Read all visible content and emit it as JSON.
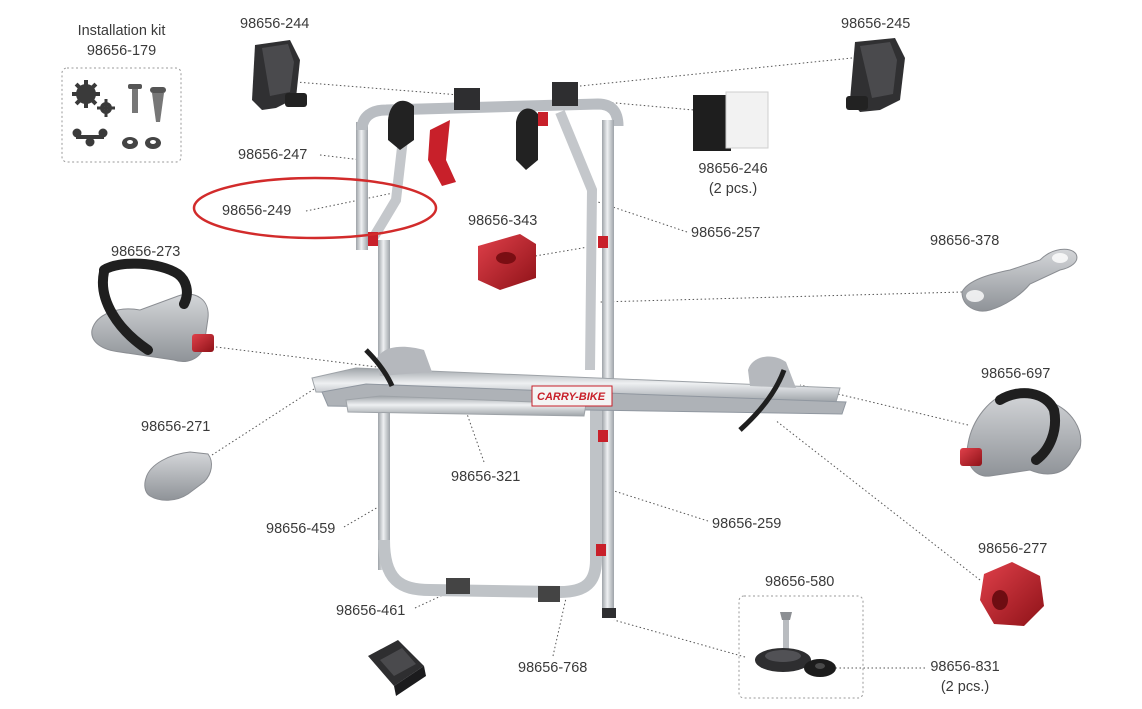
{
  "labels": {
    "kit_title": "Installation kit",
    "kit_code": "98656-179",
    "p244": "98656-244",
    "p245": "98656-245",
    "p246": "98656-246",
    "p246_qty": "(2 pcs.)",
    "p247": "98656-247",
    "p249": "98656-249",
    "p343": "98656-343",
    "p257": "98656-257",
    "p378": "98656-378",
    "p273": "98656-273",
    "p697": "98656-697",
    "p271": "98656-271",
    "p321": "98656-321",
    "p459": "98656-459",
    "p259": "98656-259",
    "p277": "98656-277",
    "p580": "98656-580",
    "p461": "98656-461",
    "p768": "98656-768",
    "p831": "98656-831",
    "p831_qty": "(2 pcs.)"
  },
  "rack_brand": "CARRY-BIKE",
  "colors": {
    "frame": "#c9ccd0",
    "frame_dark": "#9ea3a8",
    "accent_red": "#c8202a",
    "part_black": "#2e2e30",
    "part_grey": "#a9acb1",
    "label_text": "#3a3a3a",
    "highlight": "#d22b2b"
  },
  "highlighted_part": "98656-249"
}
